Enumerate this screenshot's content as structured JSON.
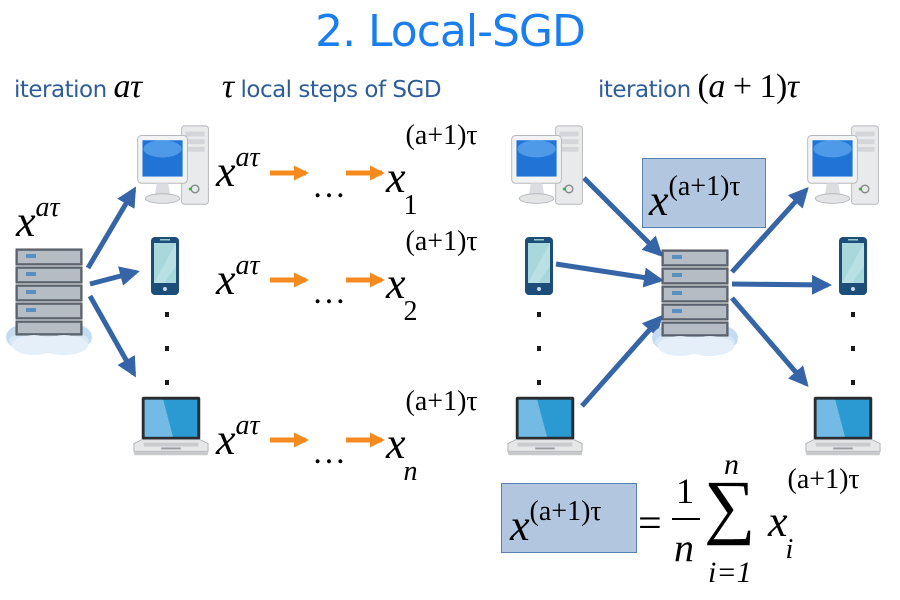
{
  "title": "2. Local-SGD",
  "headers": {
    "left": {
      "text": "iteration",
      "math": "aτ"
    },
    "middle": {
      "math": "τ",
      "text": "local steps of SGD"
    },
    "right": {
      "text": "iteration",
      "math_open": "(",
      "math_a": "a",
      "math_plus": " + 1",
      "math_close": ")",
      "math_tau": "τ"
    }
  },
  "server_left": {
    "label_base": "x",
    "label_sup": "aτ"
  },
  "workers": [
    {
      "device": "desktop",
      "start_base": "x",
      "start_sup": "aτ",
      "dots": "…",
      "end_base": "x",
      "end_sub": "1",
      "end_sup": "(a+1)τ"
    },
    {
      "device": "phone",
      "start_base": "x",
      "start_sup": "aτ",
      "dots": "…",
      "end_base": "x",
      "end_sub": "2",
      "end_sup": "(a+1)τ"
    },
    {
      "device": "laptop",
      "start_base": "x",
      "start_sup": "aτ",
      "dots": "…",
      "end_base": "x",
      "end_sub": "n",
      "end_sup": "(a+1)τ"
    }
  ],
  "aggregate_box": {
    "base": "x",
    "sup": "(a+1)τ"
  },
  "formula": {
    "lhs_base": "x",
    "lhs_sup": "(a+1)τ",
    "equals": "=",
    "frac_num": "1",
    "frac_den": "n",
    "sum_symbol": "∑",
    "sum_upper": "n",
    "sum_lower": "i=1",
    "term_base": "x",
    "term_sub": "i",
    "term_sup": "(a+1)τ"
  },
  "colors": {
    "title": "#1a7ef0",
    "header_text": "#2f5d9a",
    "network_arrow": "#3565a6",
    "local_step_arrow": "#f78a1d",
    "box_fill": "#b3c6df",
    "box_border": "#5a7fb3"
  }
}
